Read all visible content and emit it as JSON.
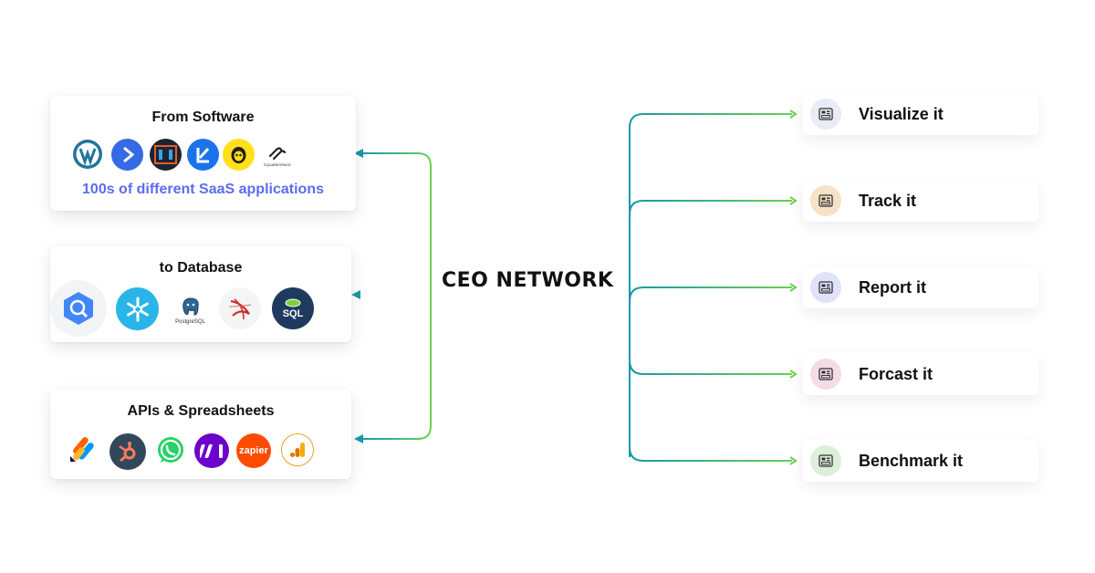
{
  "sources": {
    "software": {
      "title": "From Software",
      "note": "100s of different SaaS applications",
      "logos": [
        "wordpress-icon",
        "activecampaign-icon",
        "clickfunnels-icon",
        "kustomer-icon",
        "mailchimp-icon",
        "squarespace-icon"
      ],
      "squarespace_caption": "SQUARESPACE"
    },
    "database": {
      "title": "to Database",
      "logos": [
        "bigquery-icon",
        "snowflake-icon",
        "postgresql-icon",
        "sql-server-icon",
        "azure-sql-icon"
      ],
      "postgres_caption": "PostgreSQL",
      "azure_caption": "SQL"
    },
    "apis": {
      "title": "APIs & Spreadsheets",
      "logos": [
        "jotform-icon",
        "hubspot-icon",
        "whatsapp-icon",
        "make-icon",
        "zapier-icon",
        "google-analytics-icon"
      ],
      "zapier_caption": "zapier"
    }
  },
  "center": {
    "title": "CEO NETWORK"
  },
  "outputs": [
    {
      "label": "Visualize it",
      "icon": "dashboard-icon",
      "color": "#e9ebf5"
    },
    {
      "label": "Track it",
      "icon": "dashboard-icon",
      "color": "#f6e2c6"
    },
    {
      "label": "Report it",
      "icon": "dashboard-icon",
      "color": "#dfe2f8"
    },
    {
      "label": "Forcast it",
      "icon": "dashboard-icon",
      "color": "#f3dbe8"
    },
    {
      "label": "Benchmark it",
      "icon": "dashboard-icon",
      "color": "#dcefd8"
    }
  ],
  "colors": {
    "teal": "#1898a6",
    "green": "#6bd152",
    "saas_note": "#5a6cf0"
  }
}
